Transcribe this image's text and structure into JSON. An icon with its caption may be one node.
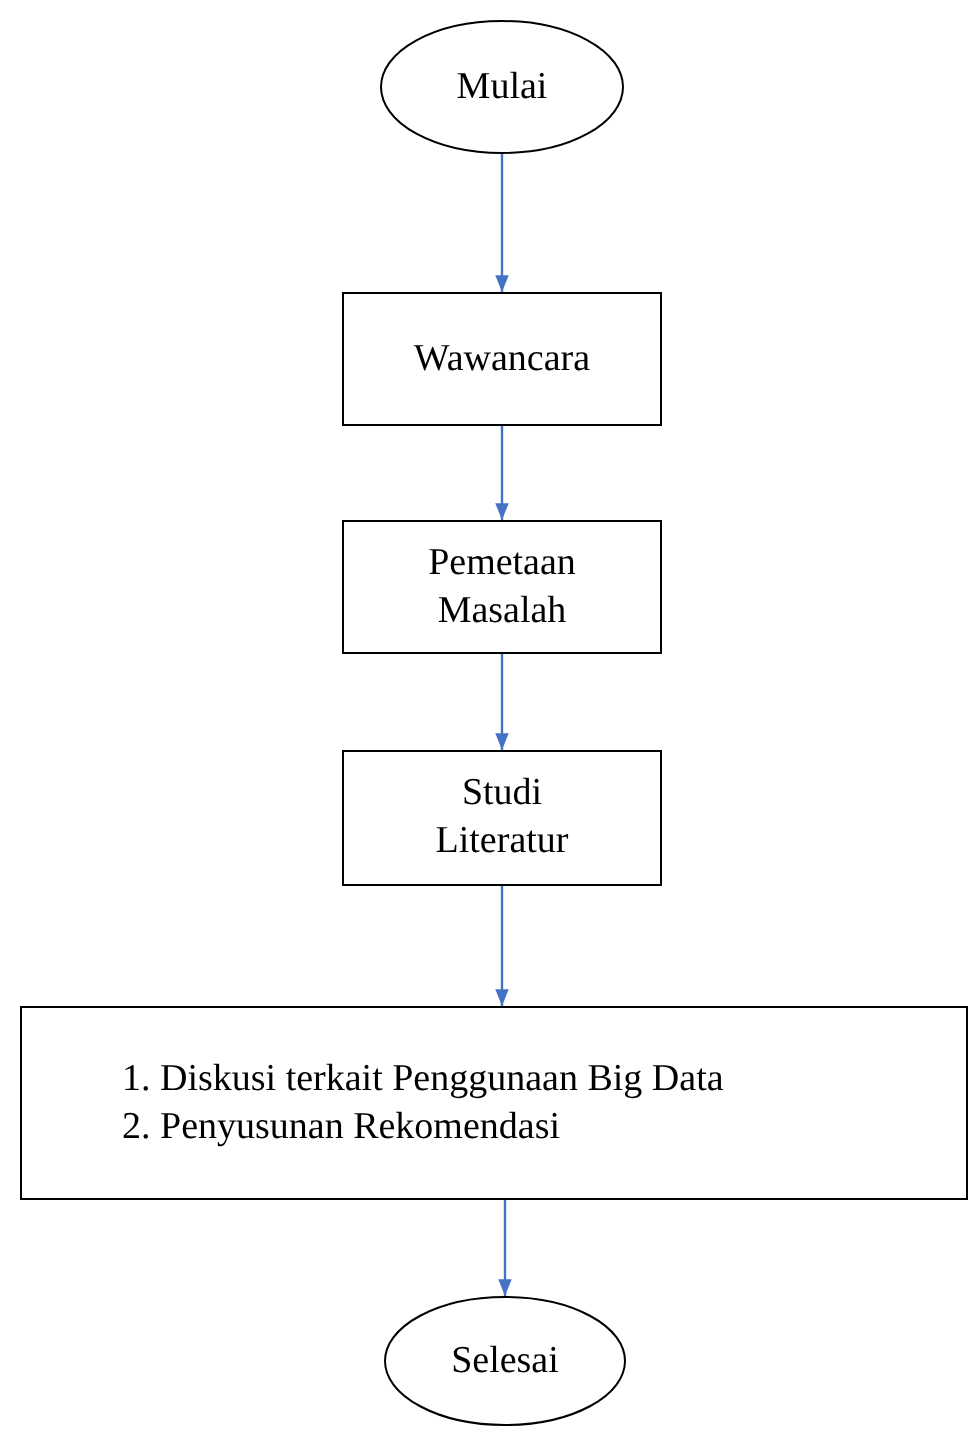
{
  "diagram": {
    "nodes": [
      {
        "text": [
          "Mulai"
        ]
      },
      {
        "text": [
          "Wawancara"
        ]
      },
      {
        "text": [
          "Pemetaan Masalah"
        ]
      },
      {
        "text": [
          "Studi Literatur"
        ]
      },
      {
        "text": [
          "1. Diskusi terkait Penggunaan Big Data",
          "2. Penyusunan Rekomendasi"
        ]
      },
      {
        "text": [
          "Selesai"
        ]
      }
    ],
    "edges": [
      {
        "from": 0,
        "to": 1,
        "arrow": "to"
      },
      {
        "from": 1,
        "to": 2,
        "arrow": "to"
      },
      {
        "from": 2,
        "to": 3,
        "arrow": "to"
      },
      {
        "from": 3,
        "to": 4,
        "arrow": "to"
      },
      {
        "from": 4,
        "to": 5,
        "arrow": "to"
      }
    ]
  }
}
